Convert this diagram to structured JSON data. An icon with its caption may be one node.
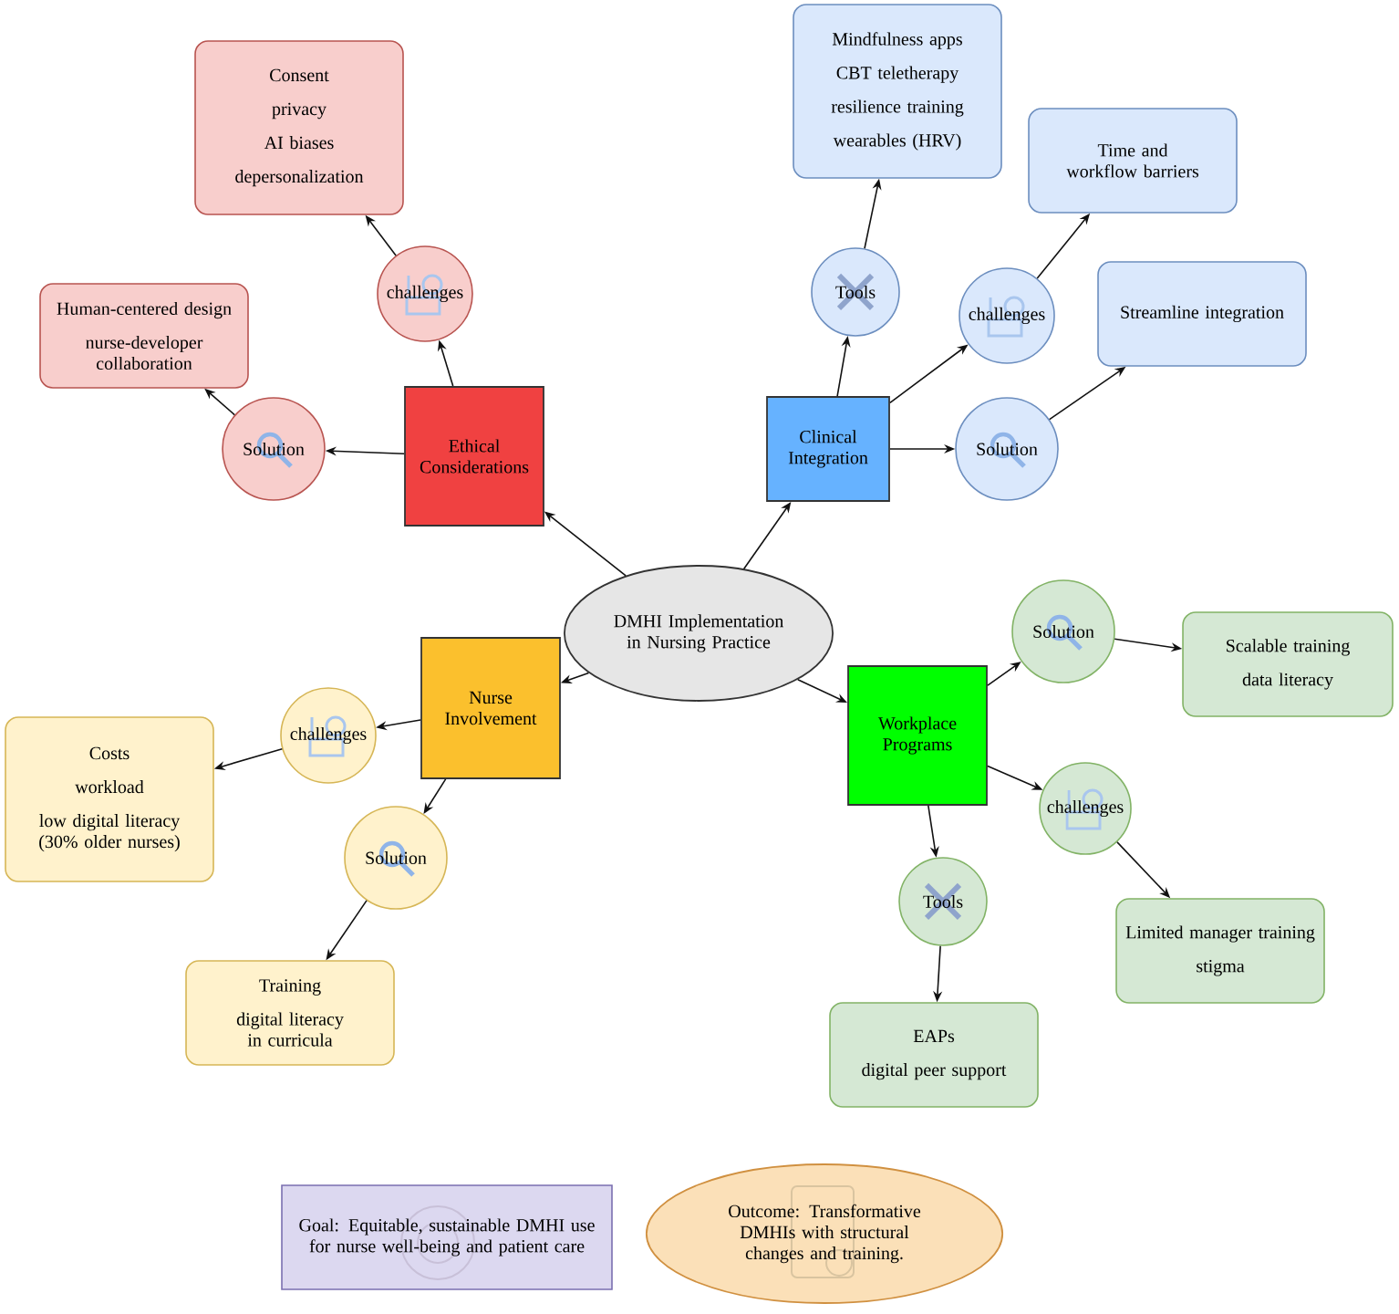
{
  "diagram": {
    "nodes": [
      {
        "text": [
          "DMHI Implementation in Nursing Practice"
        ]
      },
      {
        "text": [
          "Ethical Considerations"
        ]
      },
      {
        "text": [
          "challenges"
        ]
      },
      {
        "text": [
          "Consent",
          "privacy",
          "AI biases",
          "depersonalization"
        ]
      },
      {
        "text": [
          "Solution"
        ]
      },
      {
        "text": [
          "Human-centered design",
          "nurse-developer collaboration"
        ]
      },
      {
        "text": [
          "Clinical Integration"
        ]
      },
      {
        "text": [
          "Tools"
        ]
      },
      {
        "text": [
          "Mindfulness apps",
          "CBT teletherapy",
          "resilience training",
          "wearables (HRV)"
        ]
      },
      {
        "text": [
          "challenges"
        ]
      },
      {
        "text": [
          "Time and workflow barriers"
        ]
      },
      {
        "text": [
          "Solution"
        ]
      },
      {
        "text": [
          "Streamline integration"
        ]
      },
      {
        "text": [
          "Nurse Involvement"
        ]
      },
      {
        "text": [
          "challenges"
        ]
      },
      {
        "text": [
          "Costs",
          "workload",
          "low digital literacy (30% older nurses)"
        ]
      },
      {
        "text": [
          "Solution"
        ]
      },
      {
        "text": [
          "Training",
          "digital literacy in curricula"
        ]
      },
      {
        "text": [
          "Workplace Programs"
        ]
      },
      {
        "text": [
          "Solution"
        ]
      },
      {
        "text": [
          "Scalable training",
          "data literacy"
        ]
      },
      {
        "text": [
          "challenges"
        ]
      },
      {
        "text": [
          "Limited manager training",
          "stigma"
        ]
      },
      {
        "text": [
          "Tools"
        ]
      },
      {
        "text": [
          "EAPs",
          "digital peer support"
        ]
      },
      {
        "text": [
          "Goal: Equitable, sustainable DMHI use for nurse well-being and patient care"
        ]
      },
      {
        "text": [
          "Outcome: Transformative DMHIs with structural changes and training."
        ]
      }
    ],
    "edges": [
      {
        "from": 0,
        "to": 1,
        "arrow": "to"
      },
      {
        "from": 1,
        "to": 2,
        "arrow": "to"
      },
      {
        "from": 2,
        "to": 3,
        "arrow": "to"
      },
      {
        "from": 1,
        "to": 4,
        "arrow": "to"
      },
      {
        "from": 4,
        "to": 5,
        "arrow": "to"
      },
      {
        "from": 0,
        "to": 6,
        "arrow": "to"
      },
      {
        "from": 6,
        "to": 7,
        "arrow": "to"
      },
      {
        "from": 7,
        "to": 8,
        "arrow": "to"
      },
      {
        "from": 6,
        "to": 9,
        "arrow": "to"
      },
      {
        "from": 9,
        "to": 10,
        "arrow": "to"
      },
      {
        "from": 6,
        "to": 11,
        "arrow": "to"
      },
      {
        "from": 11,
        "to": 12,
        "arrow": "to"
      },
      {
        "from": 0,
        "to": 13,
        "arrow": "to"
      },
      {
        "from": 13,
        "to": 14,
        "arrow": "to"
      },
      {
        "from": 14,
        "to": 15,
        "arrow": "to"
      },
      {
        "from": 13,
        "to": 16,
        "arrow": "to"
      },
      {
        "from": 16,
        "to": 17,
        "arrow": "to"
      },
      {
        "from": 0,
        "to": 18,
        "arrow": "to"
      },
      {
        "from": 18,
        "to": 19,
        "arrow": "to"
      },
      {
        "from": 19,
        "to": 20,
        "arrow": "to"
      },
      {
        "from": 18,
        "to": 21,
        "arrow": "to"
      },
      {
        "from": 21,
        "to": 22,
        "arrow": "to"
      },
      {
        "from": 18,
        "to": 23,
        "arrow": "to"
      },
      {
        "from": 23,
        "to": 24,
        "arrow": "to"
      }
    ]
  }
}
